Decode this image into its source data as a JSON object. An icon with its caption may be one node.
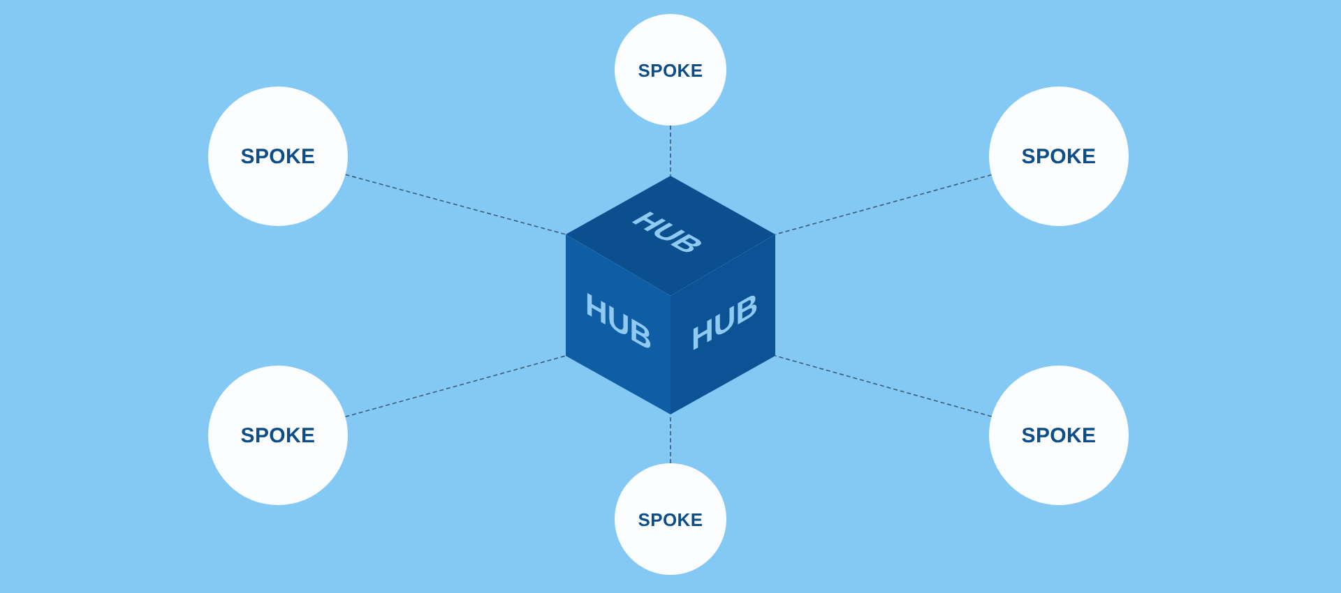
{
  "diagram": {
    "nodes": [
      {
        "text": [
          "SPOKE"
        ]
      },
      {
        "text": [
          "SPOKE"
        ]
      },
      {
        "text": [
          "SPOKE"
        ]
      },
      {
        "text": [
          "HUB",
          "HUB",
          "HUB"
        ]
      },
      {
        "text": [
          "SPOKE"
        ]
      },
      {
        "text": [
          "SPOKE"
        ]
      },
      {
        "text": [
          "SPOKE"
        ]
      }
    ],
    "edges": [
      {
        "from": 0,
        "to": 3,
        "arrow": "none",
        "style": "dashed"
      },
      {
        "from": 1,
        "to": 3,
        "arrow": "none",
        "style": "dashed"
      },
      {
        "from": 2,
        "to": 3,
        "arrow": "none",
        "style": "dashed"
      },
      {
        "from": 4,
        "to": 3,
        "arrow": "none",
        "style": "dashed"
      },
      {
        "from": 5,
        "to": 3,
        "arrow": "none",
        "style": "dashed"
      },
      {
        "from": 6,
        "to": 3,
        "arrow": "none",
        "style": "dashed"
      }
    ]
  }
}
